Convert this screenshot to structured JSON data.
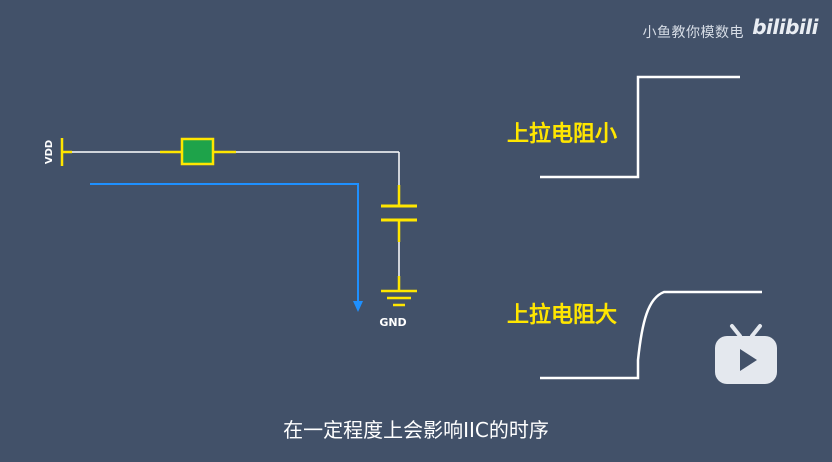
{
  "watermark": {
    "channel": "小鱼教你模数电",
    "logo": "bilibili"
  },
  "labels": {
    "vdd": "VDD",
    "gnd": "GND",
    "pullup_small": "上拉电阻小",
    "pullup_large": "上拉电阻大"
  },
  "subtitle": "在一定程度上会影响IIC的时序",
  "icons": {
    "player_logo": "bilibili-tv-icon"
  },
  "colors": {
    "background": "#425169",
    "wire": "#ffffff",
    "component": "#ffe600",
    "resistor_fill": "#1ea34a",
    "current_arrow": "#1e90ff",
    "label": "#ffe600"
  }
}
